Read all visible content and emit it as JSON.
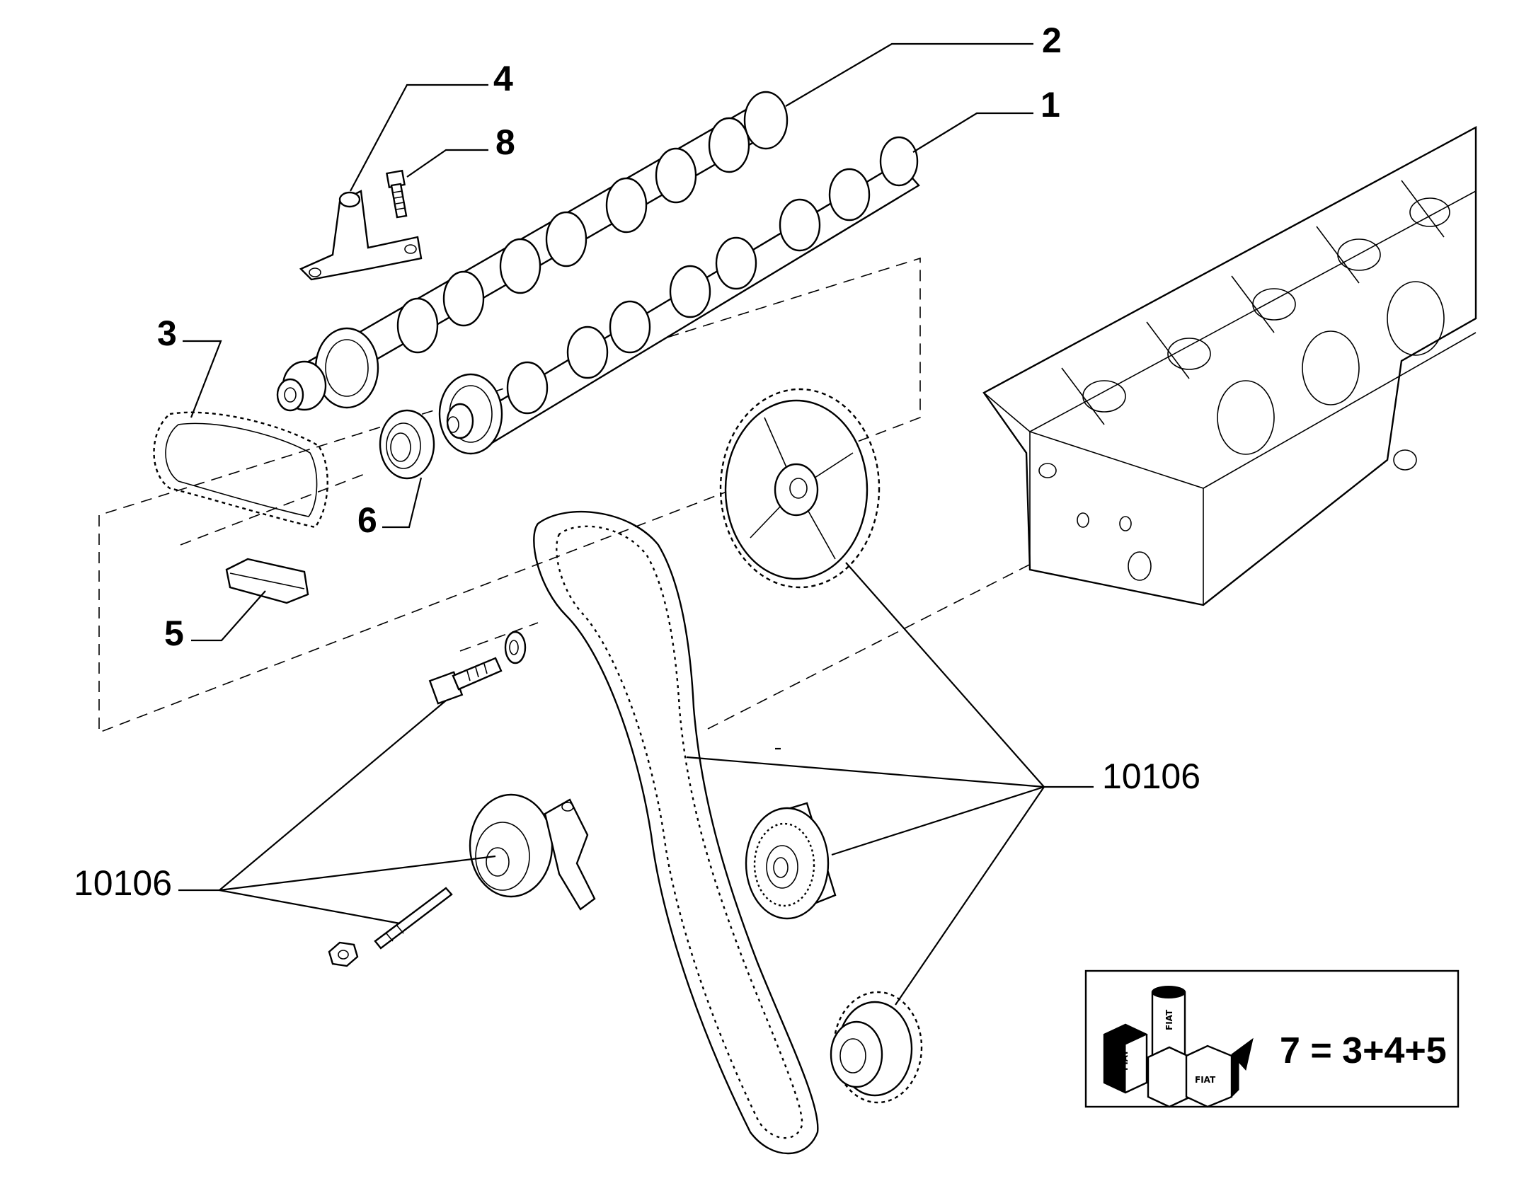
{
  "diagram": {
    "callouts": [
      {
        "id": "1",
        "label": "1"
      },
      {
        "id": "2",
        "label": "2"
      },
      {
        "id": "3",
        "label": "3"
      },
      {
        "id": "4",
        "label": "4"
      },
      {
        "id": "5",
        "label": "5"
      },
      {
        "id": "6",
        "label": "6"
      },
      {
        "id": "8",
        "label": "8"
      }
    ],
    "references": [
      {
        "id": "ref-right",
        "label": "10106"
      },
      {
        "id": "ref-left",
        "label": "10106"
      }
    ],
    "kit_box": {
      "formula": "7 = 3+4+5",
      "brand_marks": [
        "FIAT",
        "FIAT",
        "FIAT"
      ]
    }
  },
  "colors": {
    "ink": "#000000",
    "background": "#ffffff"
  }
}
